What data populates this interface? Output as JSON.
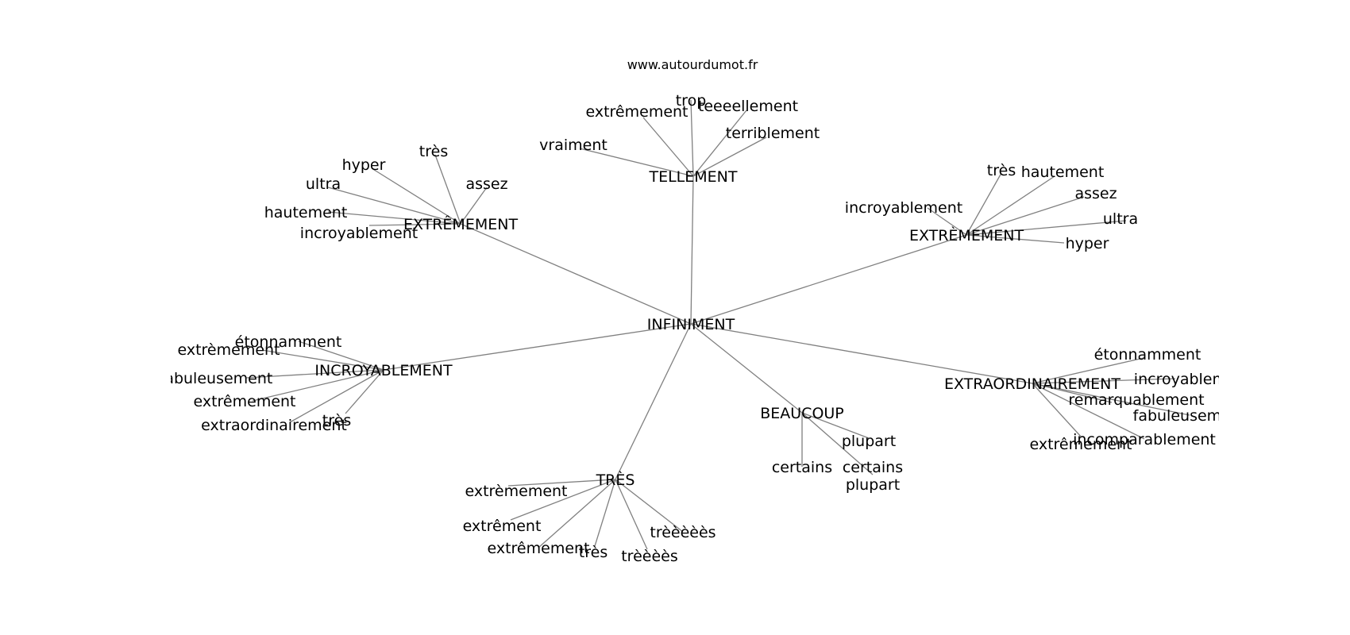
{
  "site": "www.autourdumot.fr",
  "root": "INFINIMENT",
  "groups": [
    {
      "hub": "TELLEMENT",
      "leaves": [
        "trop",
        "extrêmement",
        "teeeellement",
        "terriblement",
        "vraiment"
      ]
    },
    {
      "hub": "EXTRÊMEMENT",
      "leaves": [
        "très",
        "hyper",
        "ultra",
        "assez",
        "hautement",
        "incroyablement"
      ]
    },
    {
      "hub": "EXTRÈMEMENT",
      "leaves": [
        "très",
        "hautement",
        "assez",
        "incroyablement",
        "ultra",
        "hyper"
      ]
    },
    {
      "hub": "INCROYABLEMENT",
      "leaves": [
        "étonnamment",
        "extrèmement",
        "fabuleusement",
        "extrêmement",
        "très",
        "extraordinairement"
      ]
    },
    {
      "hub": "EXTRAORDINAIREMENT",
      "leaves": [
        "étonnamment",
        "incroyablement",
        "remarquablement",
        "fabuleusement",
        "incomparablement",
        "extrêmement"
      ]
    },
    {
      "hub": "BEAUCOUP",
      "leaves": [
        "plupart",
        "certains",
        "certains\nplupart"
      ]
    },
    {
      "hub": "TRÈS",
      "leaves": [
        "extrèmement",
        "extrêment",
        "extrêmement",
        "très",
        "trèèèès",
        "trèèèèès"
      ]
    }
  ]
}
